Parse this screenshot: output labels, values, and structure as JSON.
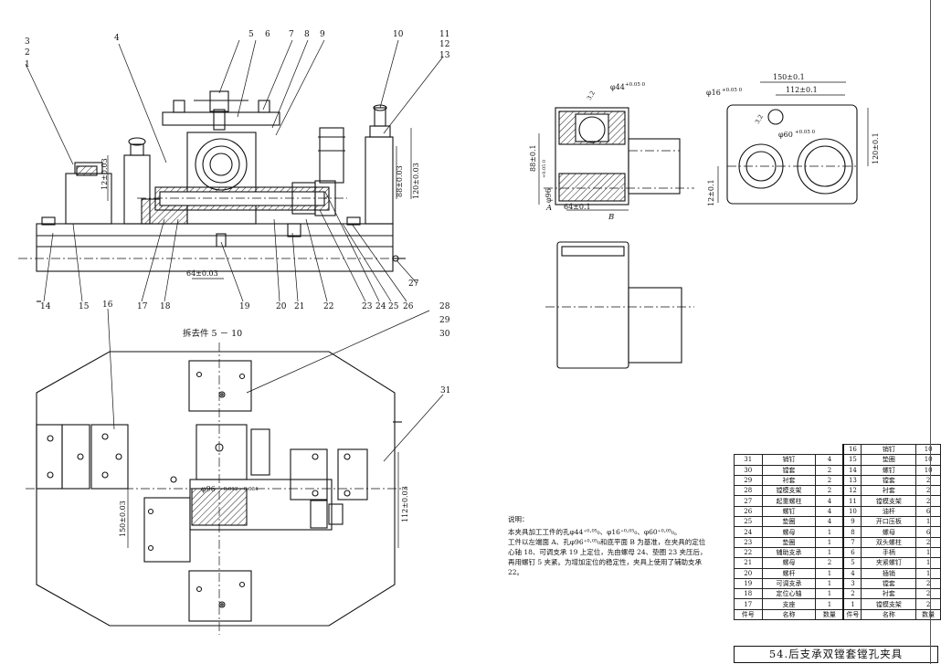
{
  "labels": {
    "balloons": [
      "1",
      "2",
      "3",
      "4",
      "5",
      "6",
      "7",
      "8",
      "9",
      "10",
      "11",
      "12",
      "13",
      "14",
      "15",
      "16",
      "17",
      "18",
      "19",
      "20",
      "21",
      "22",
      "23",
      "24",
      "25",
      "26",
      "27",
      "28",
      "29",
      "30",
      "31"
    ],
    "removed_parts": "拆去件 5 － 10"
  },
  "dims": {
    "d1": "12±0.03",
    "d2": "88±0.03",
    "d3": "120±0.03",
    "d4": "64±0.03",
    "d5": "150±0.03",
    "d6": "112±0.03",
    "d7": "φ96",
    "d7_tol": "−0.012 −0.034",
    "p1": "φ44",
    "p1_tol": "+0.05 0",
    "p2": "3.2",
    "p3": "88±0.1",
    "p4": "φ96",
    "p4_tol": "+0.05 0",
    "p5": "A",
    "p6": "64±0.1",
    "p7": "B",
    "q1": "150±0.1",
    "q2": "112±0.1",
    "q3": "φ16",
    "q3_tol": "+0.05 0",
    "q4": "3.2",
    "q5": "φ60",
    "q5_tol": "+0.05 0",
    "q6": "120±0.1",
    "q7": "12±0.1"
  },
  "notes": {
    "heading": "说明：",
    "para1": "本夹具加工工件的孔φ44⁺⁰·⁰⁵₀、φ16⁺⁰·⁰⁵₀、φ60⁺⁰·⁰⁵₀。",
    "para2": "工件以左端面 A、孔φ96⁺⁰·⁰⁵₀和底平面 B 为基准，在夹具的定位心轴 18、可调支承 19 上定位，先由螺母 24、垫圈 23 夹压后，再用螺钉 5 夹紧。为增加定位的稳定性，夹具上使用了辅助支承 22。"
  },
  "bom": {
    "extra_row": {
      "no": "16",
      "name": "销钉",
      "qty": "10"
    },
    "rows": [
      {
        "no_l": "31",
        "name_l": "销钉",
        "qty_l": "4",
        "no_r": "15",
        "name_r": "垫圈",
        "qty_r": "10"
      },
      {
        "no_l": "30",
        "name_l": "镗套",
        "qty_l": "2",
        "no_r": "14",
        "name_r": "螺钉",
        "qty_r": "10"
      },
      {
        "no_l": "29",
        "name_l": "衬套",
        "qty_l": "2",
        "no_r": "13",
        "name_r": "镗套",
        "qty_r": "2"
      },
      {
        "no_l": "28",
        "name_l": "镗模支架",
        "qty_l": "2",
        "no_r": "12",
        "name_r": "衬套",
        "qty_r": "2"
      },
      {
        "no_l": "27",
        "name_l": "起重螺柱",
        "qty_l": "4",
        "no_r": "11",
        "name_r": "镗模支架",
        "qty_r": "2"
      },
      {
        "no_l": "26",
        "name_l": "螺钉",
        "qty_l": "4",
        "no_r": "10",
        "name_r": "油杆",
        "qty_r": "6"
      },
      {
        "no_l": "25",
        "name_l": "垫圈",
        "qty_l": "4",
        "no_r": "9",
        "name_r": "开口压板",
        "qty_r": "1"
      },
      {
        "no_l": "24",
        "name_l": "螺母",
        "qty_l": "1",
        "no_r": "8",
        "name_r": "螺母",
        "qty_r": "6"
      },
      {
        "no_l": "23",
        "name_l": "垫圈",
        "qty_l": "1",
        "no_r": "7",
        "name_r": "双头螺柱",
        "qty_r": "2"
      },
      {
        "no_l": "22",
        "name_l": "辅助支承",
        "qty_l": "1",
        "no_r": "6",
        "name_r": "手柄",
        "qty_r": "1"
      },
      {
        "no_l": "21",
        "name_l": "螺母",
        "qty_l": "2",
        "no_r": "5",
        "name_r": "夹紧螺钉",
        "qty_r": "1"
      },
      {
        "no_l": "20",
        "name_l": "螺杆",
        "qty_l": "1",
        "no_r": "4",
        "name_r": "插销",
        "qty_r": "1"
      },
      {
        "no_l": "19",
        "name_l": "可调支承",
        "qty_l": "1",
        "no_r": "3",
        "name_r": "镗套",
        "qty_r": "2"
      },
      {
        "no_l": "18",
        "name_l": "定位心轴",
        "qty_l": "1",
        "no_r": "2",
        "name_r": "衬套",
        "qty_r": "2"
      },
      {
        "no_l": "17",
        "name_l": "支座",
        "qty_l": "1",
        "no_r": "1",
        "name_r": "镗模支架",
        "qty_r": "2"
      }
    ],
    "header": {
      "no": "件号",
      "name": "名称",
      "qty": "数量"
    }
  },
  "title": "54.后支承双镗套镗孔夹具"
}
